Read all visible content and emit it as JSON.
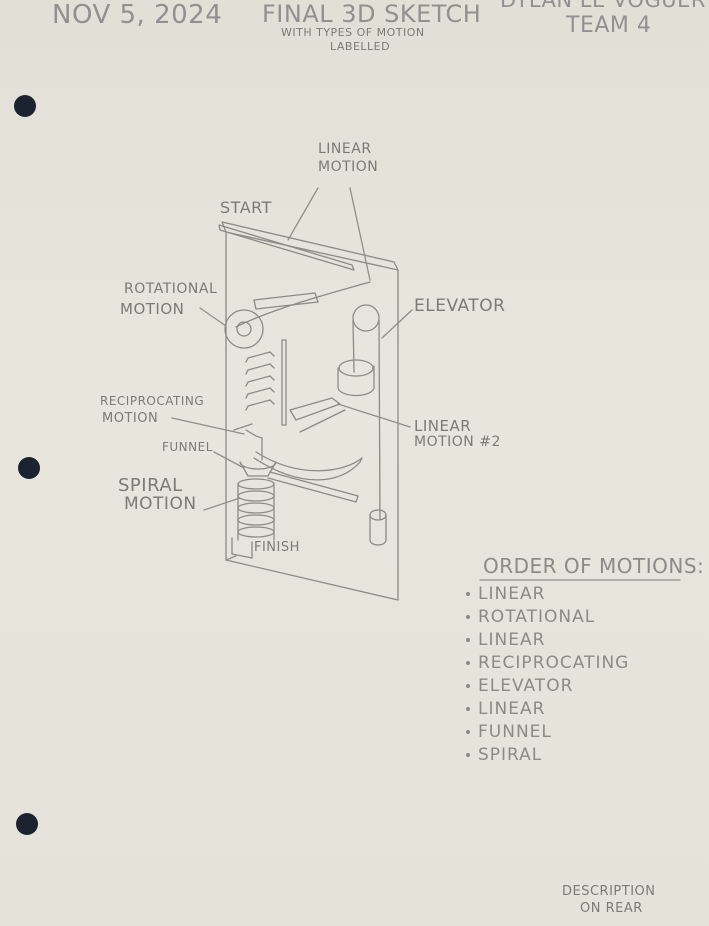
{
  "header": {
    "date": "NOV 5, 2024",
    "title": "FINAL 3D SKETCH",
    "subtitle_line1": "WITH TYPES OF MOTION",
    "subtitle_line2": "LABELLED",
    "author": "DYLAN LE VOGUER",
    "team": "TEAM 4"
  },
  "labels": {
    "linear_motion_top_1": "LINEAR",
    "linear_motion_top_2": "MOTION",
    "start": "START",
    "rotational_1": "ROTATIONAL",
    "rotational_2": "MOTION",
    "elevator": "ELEVATOR",
    "reciprocating_1": "RECIPROCATING",
    "reciprocating_2": "MOTION",
    "linear2_1": "LINEAR",
    "linear2_2": "MOTION #2",
    "funnel": "FUNNEL",
    "spiral_1": "SPIRAL",
    "spiral_2": "MOTION",
    "finish": "FINISH"
  },
  "order": {
    "heading": "ORDER OF MOTIONS:",
    "items": [
      "LINEAR",
      "ROTATIONAL",
      "LINEAR",
      "RECIPROCATING",
      "ELEVATOR",
      "LINEAR",
      "FUNNEL",
      "SPIRAL"
    ]
  },
  "footer": {
    "line1": "DESCRIPTION",
    "line2": "ON REAR"
  },
  "colors": {
    "pencil": "#8a8a86",
    "paper": "#e6e4da",
    "binder_hole": "#1c2330"
  }
}
